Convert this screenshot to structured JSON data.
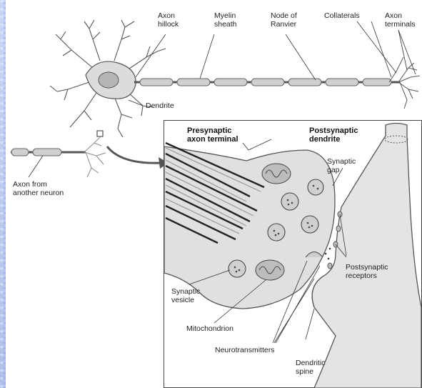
{
  "labels": {
    "axon_hillock": "Axon\nhillock",
    "myelin_sheath": "Myelin\nsheath",
    "node_of_ranvier": "Node of\nRanvier",
    "collaterals": "Collaterals",
    "axon_terminals": "Axon\nterminals",
    "dendrite": "Dendrite",
    "axon_from_another_neuron": "Axon from\nanother neuron",
    "presynaptic_axon_terminal": "Presynaptic\naxon terminal",
    "postsynaptic_dendrite": "Postsynaptic\ndendrite",
    "synaptic_gap": "Synaptic\ngap",
    "postsynaptic_receptors": "Postsynaptic\nreceptors",
    "synaptic_vesicle": "Synaptic\nvesicle",
    "mitochondrion": "Mitochondrion",
    "neurotransmitters": "Neurotransmitters",
    "dendritic_spine": "Dendritic\nspine"
  },
  "colors": {
    "background": "#b8c8f0",
    "cell_fill": "#dcdcdc",
    "outline": "#555555",
    "inset_fill": "#e2e2e2",
    "myelin": "#cfcfcf"
  }
}
